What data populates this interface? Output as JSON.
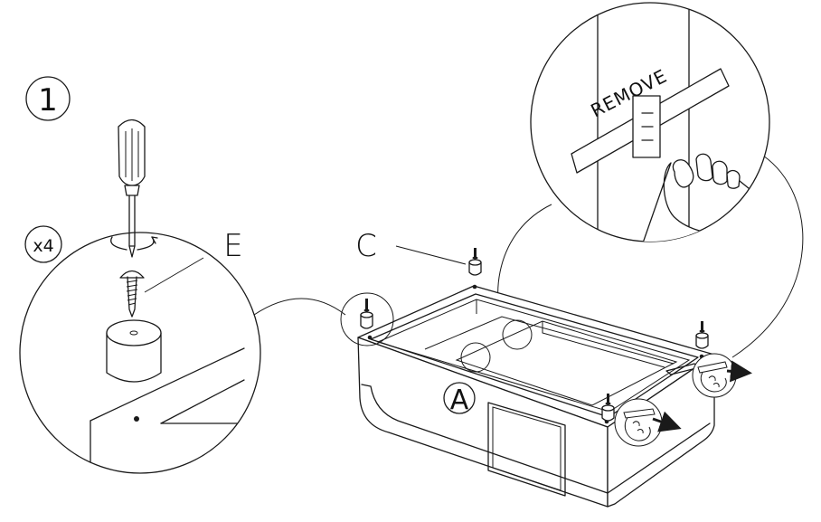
{
  "step": {
    "number": "1"
  },
  "quantity": {
    "label": "x4"
  },
  "parts": {
    "e_label": "E",
    "c_label": "C",
    "a_label": "A"
  },
  "callout": {
    "remove_text": "REMOVE"
  },
  "colors": {
    "ink": "#1a1a1a",
    "background": "#ffffff"
  },
  "icons": [
    "screwdriver-icon",
    "screw-icon",
    "foot-pad-icon",
    "hand-icon",
    "arrow-icon"
  ]
}
